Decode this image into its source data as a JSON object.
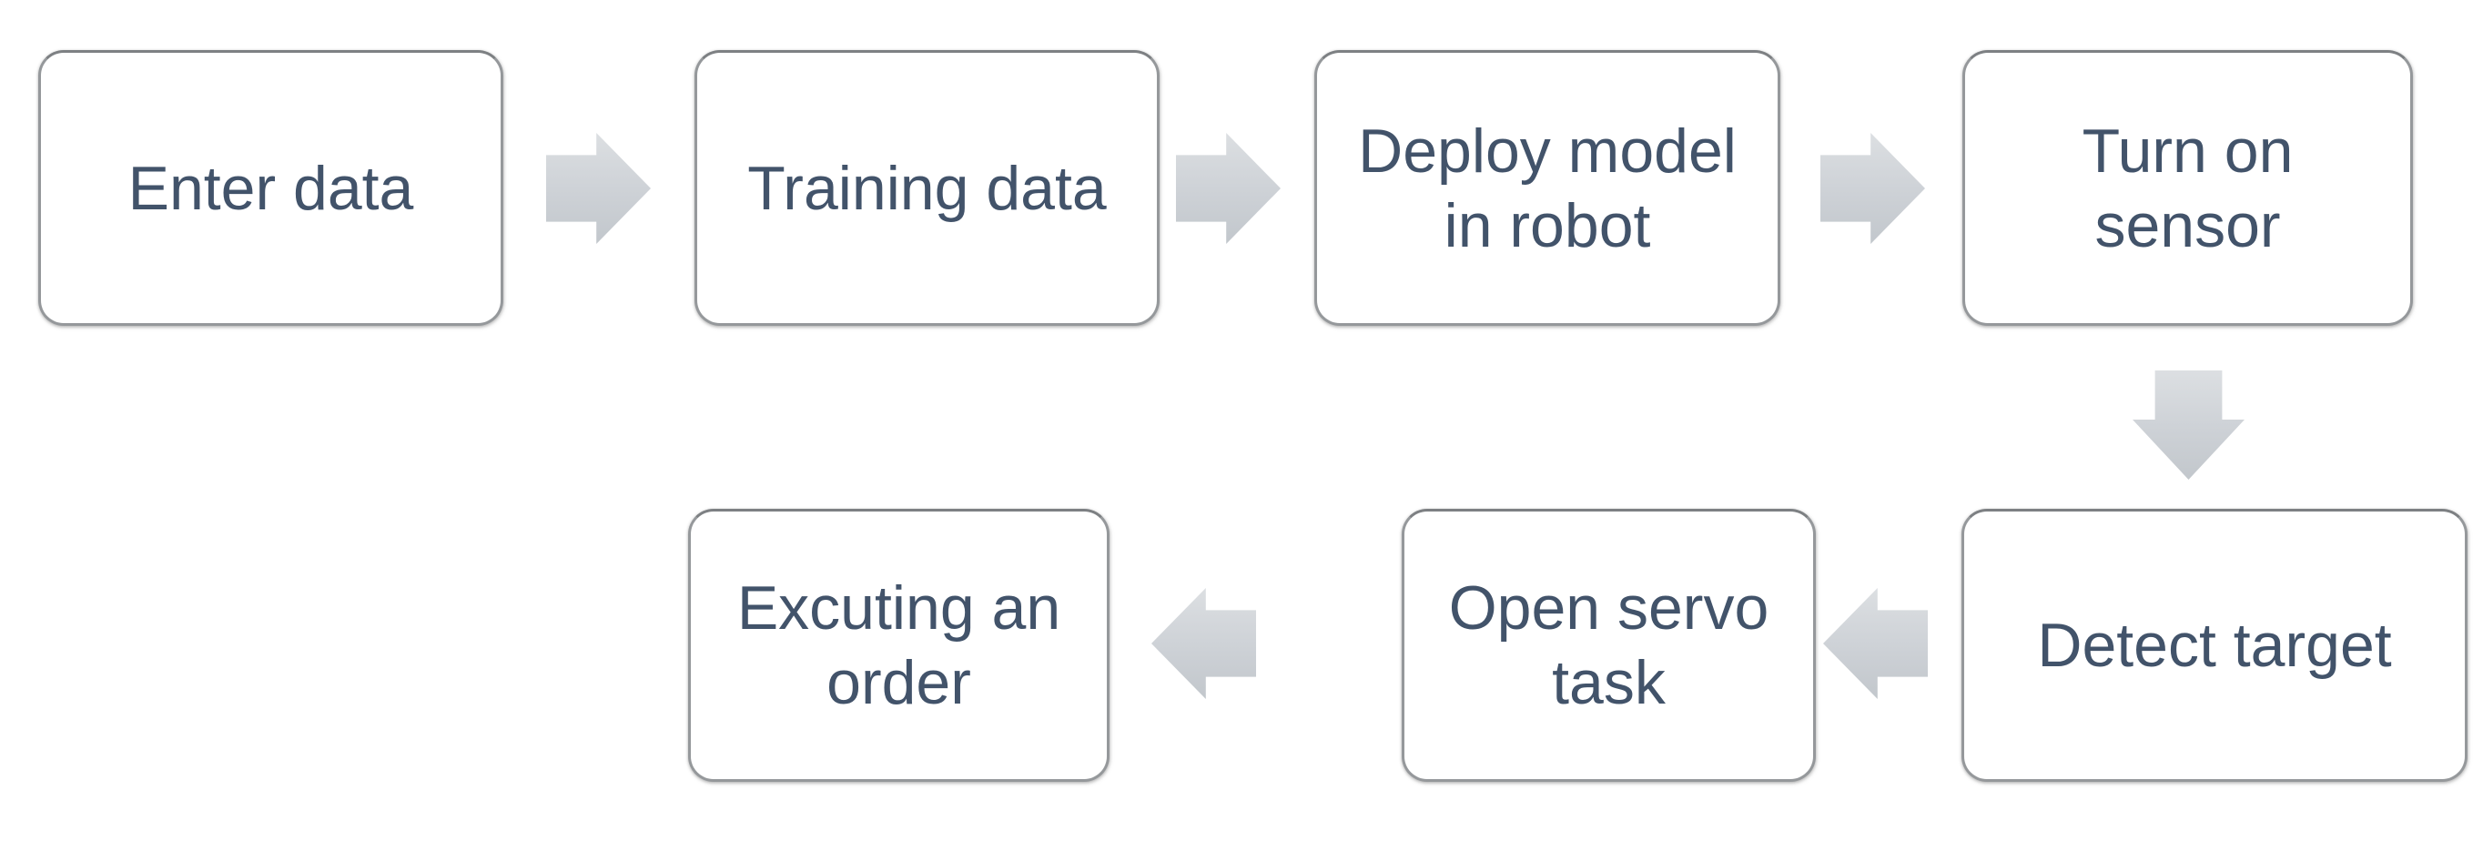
{
  "diagram": {
    "type": "flowchart",
    "background_color": "#ffffff",
    "node_fill_color": "#ffffff",
    "node_border_color": "#95989b",
    "node_text_color": "#42536a",
    "arrow_color": "#ced2d7",
    "nodes": [
      {
        "id": "enter-data",
        "label": "Enter data"
      },
      {
        "id": "training-data",
        "label": "Training data"
      },
      {
        "id": "deploy-model",
        "label": "Deploy model\nin robot"
      },
      {
        "id": "turn-on-sensor",
        "label": "Turn on\nsensor"
      },
      {
        "id": "detect-target",
        "label": "Detect target"
      },
      {
        "id": "open-servo-task",
        "label": "Open servo\ntask"
      },
      {
        "id": "excuting-order",
        "label": "Excuting an\norder"
      }
    ],
    "flow": [
      {
        "from": "Enter data",
        "to": "Training data",
        "direction": "right"
      },
      {
        "from": "Training data",
        "to": "Deploy model in robot",
        "direction": "right"
      },
      {
        "from": "Deploy model in robot",
        "to": "Turn on sensor",
        "direction": "right"
      },
      {
        "from": "Turn on sensor",
        "to": "Detect target",
        "direction": "down"
      },
      {
        "from": "Detect target",
        "to": "Open servo task",
        "direction": "left"
      },
      {
        "from": "Open servo task",
        "to": "Excuting an order",
        "direction": "left"
      }
    ]
  }
}
